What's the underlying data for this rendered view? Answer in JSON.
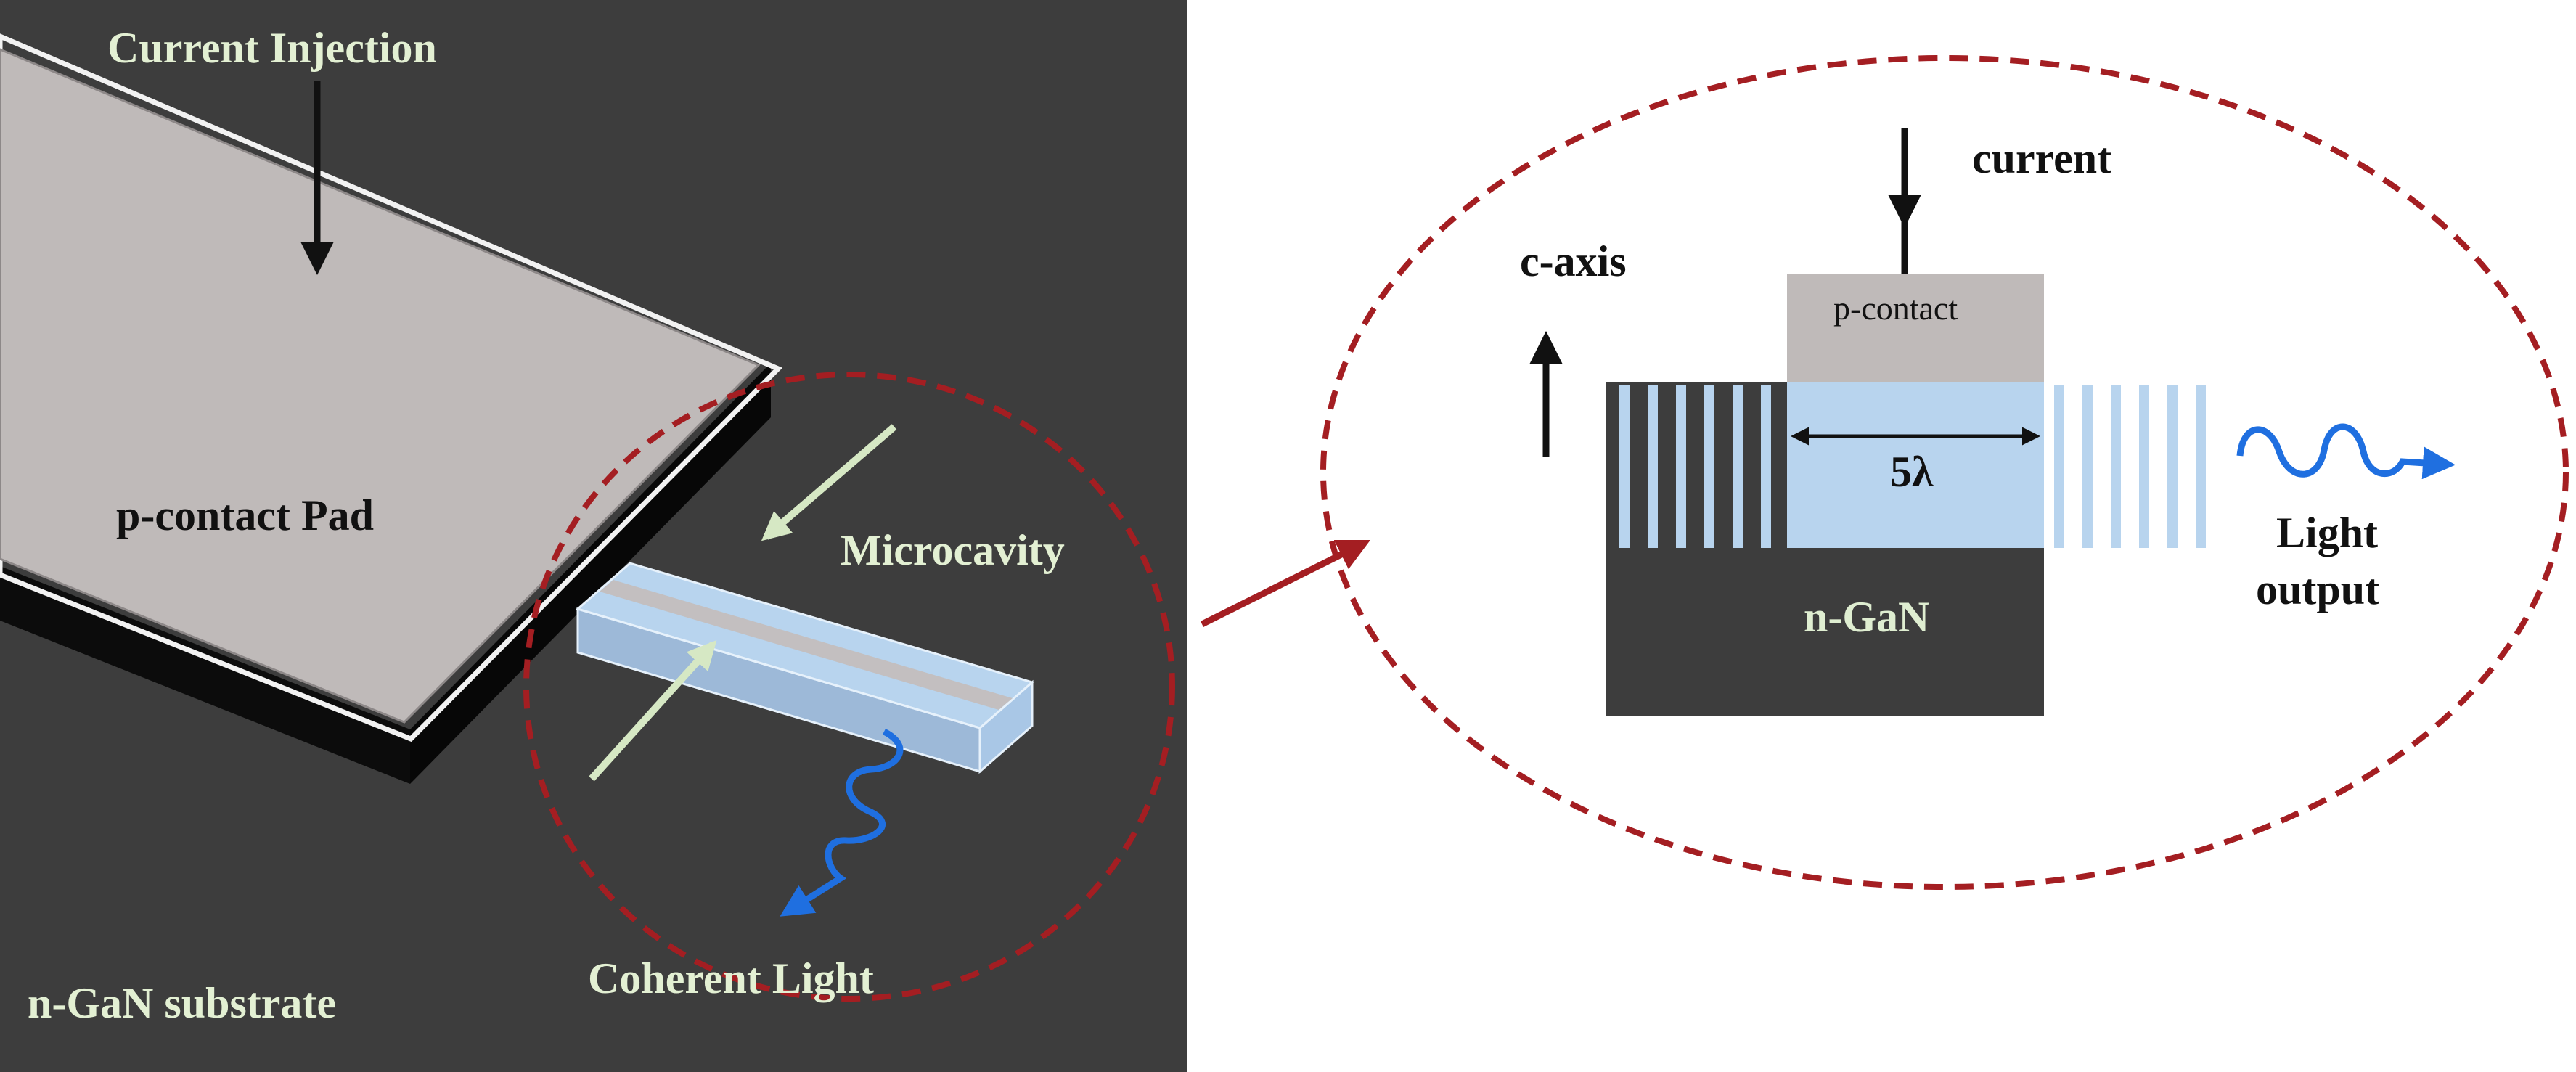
{
  "left_panel": {
    "labels": {
      "current_injection": "Current Injection",
      "p_contact_pad": "p-contact Pad",
      "microcavity": "Microcavity",
      "coherent_light": "Coherent Light",
      "substrate": "n-GaN substrate"
    }
  },
  "right_panel": {
    "labels": {
      "current": "current",
      "c_axis": "c-axis",
      "p_contact": "p-contact",
      "width": "5λ",
      "n_gan": "n-GaN",
      "light_output_line1": "Light",
      "light_output_line2": "output"
    }
  },
  "colors": {
    "substrate": "#3d3d3d",
    "pad": "#bfbab9",
    "microcavity": "#b8d4ee",
    "highlight_circle": "#a41e22",
    "light_wave": "#1f6fe0",
    "arrow_green": "#d6e8c4"
  }
}
